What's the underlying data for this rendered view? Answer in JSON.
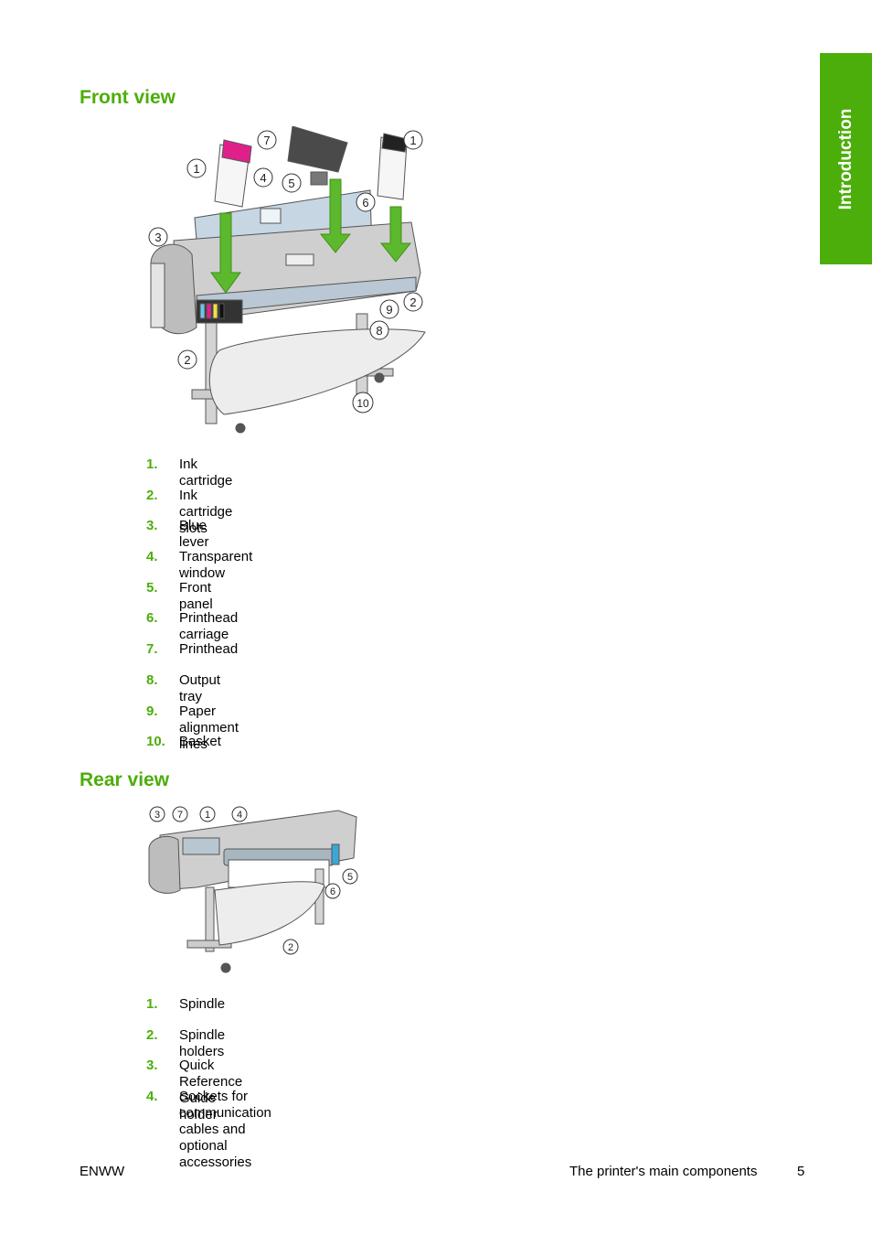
{
  "side_tab": {
    "label": "Introduction"
  },
  "front": {
    "heading": "Front view",
    "callouts": [
      "7",
      "1",
      "1",
      "4",
      "5",
      "6",
      "3",
      "9",
      "2",
      "8",
      "2",
      "10"
    ],
    "items": [
      {
        "num": "1.",
        "text": "Ink cartridge"
      },
      {
        "num": "2.",
        "text": "Ink cartridge slots"
      },
      {
        "num": "3.",
        "text": "Blue lever"
      },
      {
        "num": "4.",
        "text": "Transparent window"
      },
      {
        "num": "5.",
        "text": "Front panel"
      },
      {
        "num": "6.",
        "text": "Printhead carriage"
      },
      {
        "num": "7.",
        "text": "Printhead"
      },
      {
        "num": "8.",
        "text": "Output tray"
      },
      {
        "num": "9.",
        "text": "Paper alignment lines"
      },
      {
        "num": "10.",
        "text": "Basket"
      }
    ]
  },
  "rear": {
    "heading": "Rear view",
    "callouts": [
      "3",
      "7",
      "1",
      "4",
      "5",
      "6",
      "2"
    ],
    "items": [
      {
        "num": "1.",
        "text": "Spindle"
      },
      {
        "num": "2.",
        "text": "Spindle holders"
      },
      {
        "num": "3.",
        "text": "Quick Reference Guide holder"
      },
      {
        "num": "4.",
        "text": "Sockets for communication cables and optional accessories"
      }
    ]
  },
  "footer": {
    "left": "ENWW",
    "section": "The printer's main components",
    "page": "5"
  },
  "colors": {
    "accent": "#4cae0a",
    "magenta": "#e0208a"
  }
}
